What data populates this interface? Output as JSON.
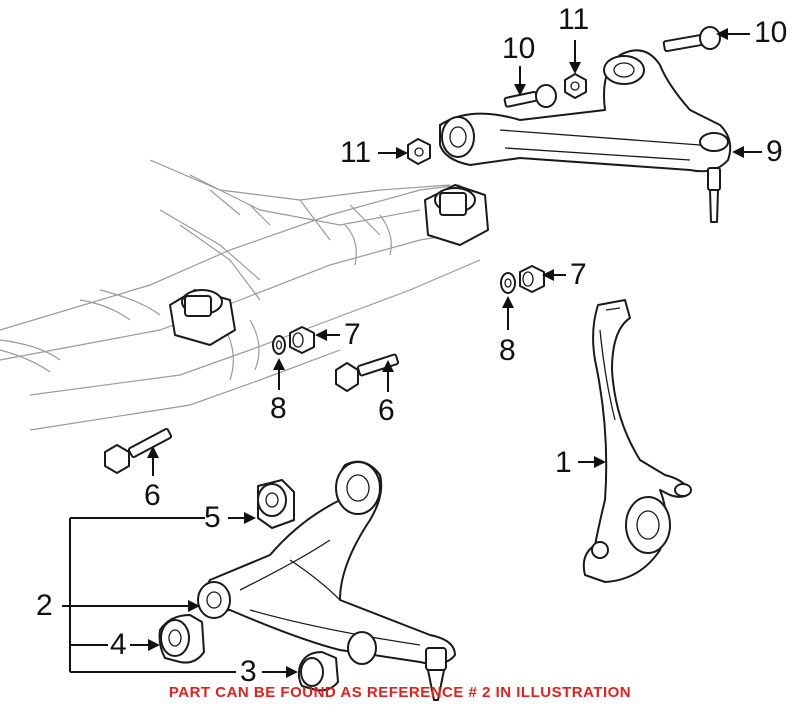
{
  "callouts": {
    "c1": "1",
    "c2": "2",
    "c3": "3",
    "c4": "4",
    "c5": "5",
    "c6a": "6",
    "c6b": "6",
    "c7a": "7",
    "c7b": "7",
    "c8a": "8",
    "c8b": "8",
    "c9": "9",
    "c10a": "10",
    "c10b": "10",
    "c11a": "11",
    "c11b": "11"
  },
  "notice": "PART CAN BE FOUND AS REFERENCE # 2 IN ILLUSTRATION",
  "colors": {
    "notice": "#e3201b",
    "line": "#1a1a1a",
    "ghost": "#9a9a9a"
  }
}
